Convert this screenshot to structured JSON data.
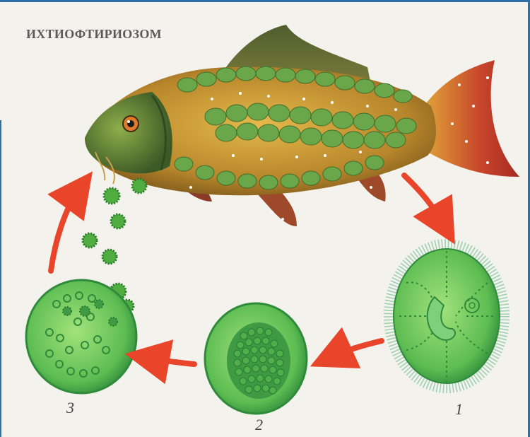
{
  "title": "ИХТИОФТИРИОЗОМ",
  "stages": [
    {
      "label": "1",
      "description": "mature parasite cell with cilia"
    },
    {
      "label": "2",
      "description": "encysted dividing cell"
    },
    {
      "label": "3",
      "description": "cyst releasing tomites"
    }
  ],
  "colors": {
    "frame": "#2f6fa6",
    "arrow": "#e8452a",
    "cell_fill": "#63c35a",
    "fish_body": "#c79a35",
    "scale_green": "#6aa64a",
    "fin_red": "#c2412a"
  }
}
